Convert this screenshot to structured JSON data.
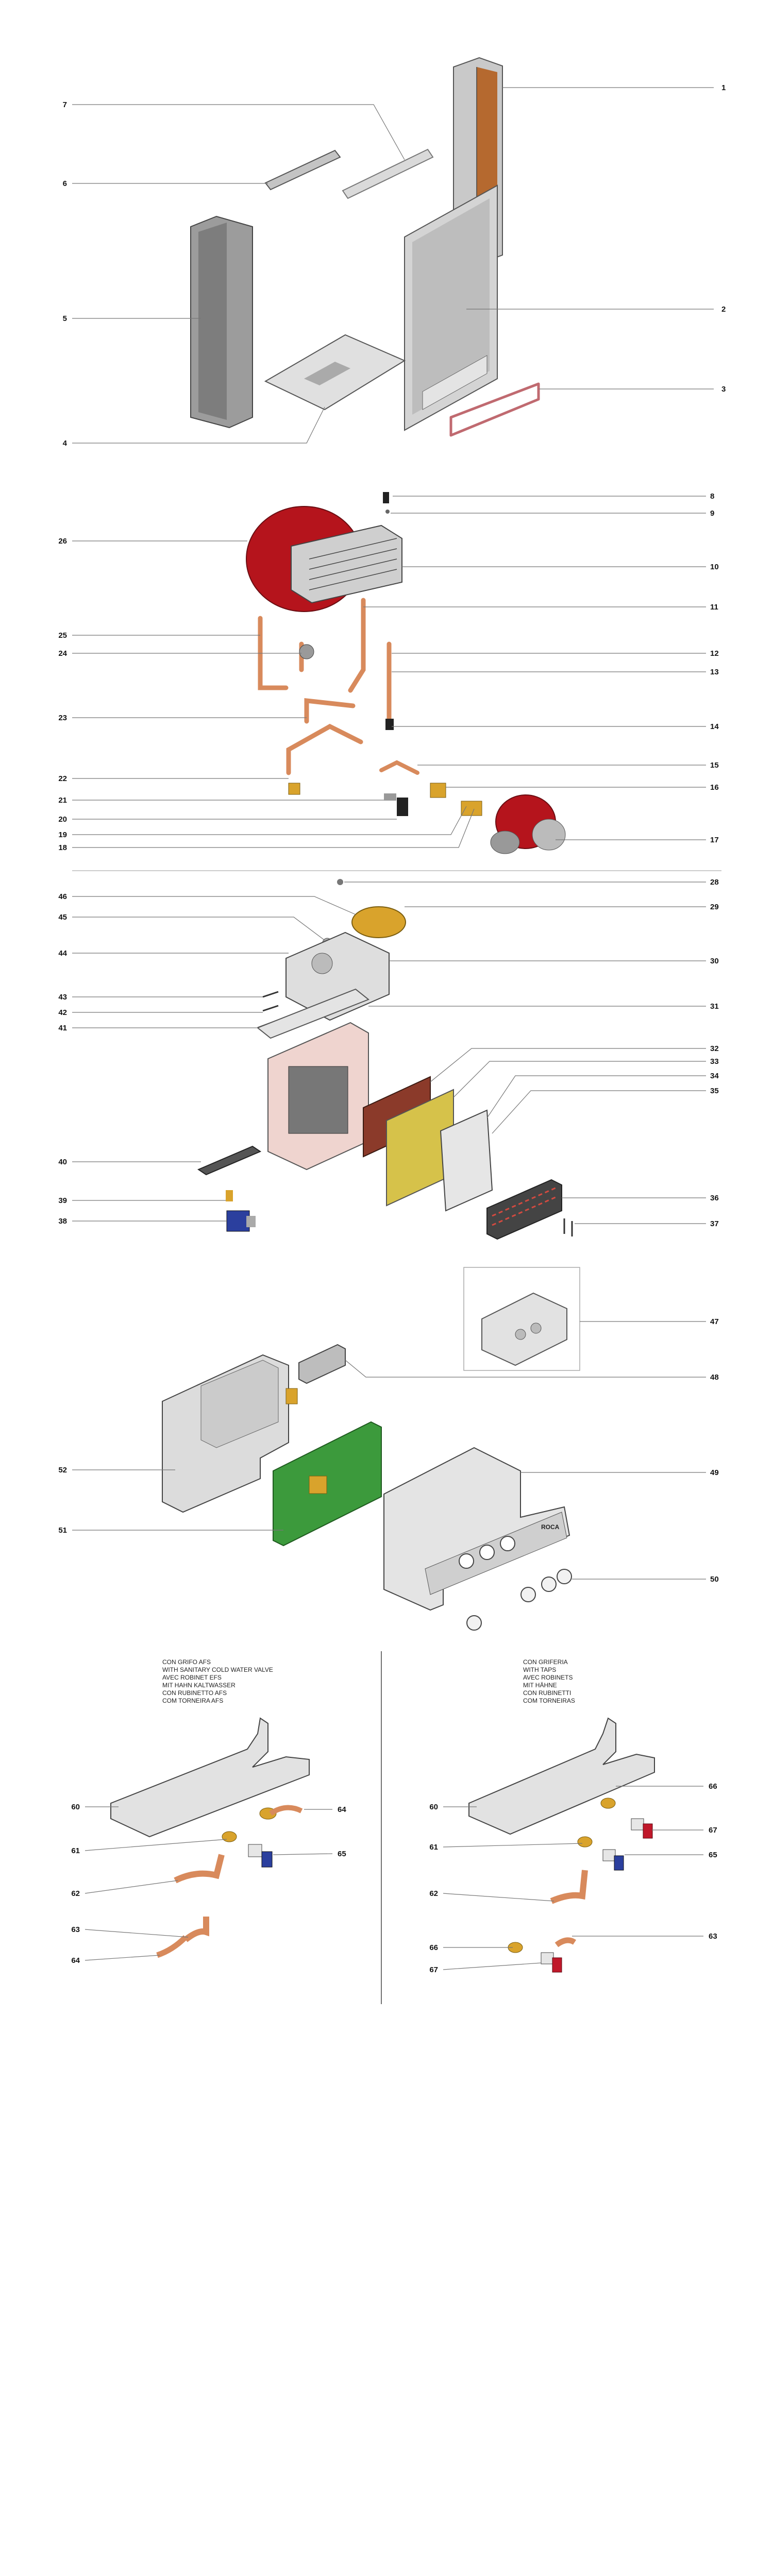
{
  "diagram": {
    "callouts": [
      "1",
      "2",
      "3",
      "4",
      "5",
      "6",
      "7",
      "8",
      "9",
      "10",
      "11",
      "12",
      "13",
      "14",
      "15",
      "16",
      "17",
      "18",
      "19",
      "20",
      "21",
      "22",
      "23",
      "24",
      "25",
      "26",
      "28",
      "29",
      "30",
      "31",
      "32",
      "33",
      "34",
      "35",
      "36",
      "37",
      "38",
      "39",
      "40",
      "41",
      "42",
      "43",
      "44",
      "45",
      "46",
      "47",
      "48",
      "49",
      "50",
      "51",
      "52",
      "60",
      "61",
      "62",
      "63",
      "64",
      "64",
      "65",
      "60",
      "61",
      "62",
      "66",
      "67",
      "66",
      "67",
      "65",
      "63"
    ],
    "afs_caption": [
      "CON GRIFO AFS",
      "WITH SANITARY COLD WATER VALVE",
      "AVEC ROBINET EFS",
      "MIT HAHN KALTWASSER",
      "CON RUBINETTO AFS",
      "COM TORNEIRA AFS"
    ],
    "taps_caption": [
      "CON GRIFERIA",
      "WITH TAPS",
      "AVEC ROBINETS",
      "MIT HÄHNE",
      "CON RUBINETTI",
      "COM TORNEIRAS"
    ],
    "brand": "ROCA"
  },
  "colors": {
    "leader": "#777777",
    "steel": "#c7c7c7",
    "steel_dark": "#8e8e8e",
    "insulation": "#b5692f",
    "vessel_red": "#b5141c",
    "copper": "#d88a5c",
    "brass": "#d9a32c",
    "pcb_green": "#3c9a3c",
    "tap_blue": "#2b3f9e",
    "tap_red": "#c0182a",
    "panel_pink": "#efd4cf",
    "panel_yellow": "#d6c24a",
    "panel_brown": "#8b3a2a"
  }
}
